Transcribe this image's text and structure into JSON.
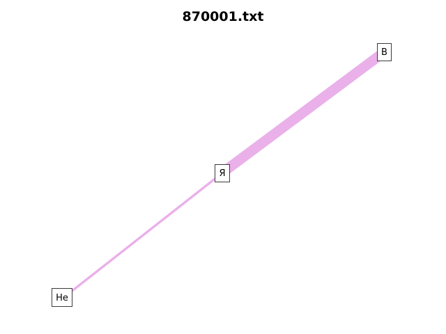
{
  "title": "870001.txt",
  "edge_color": "#eab0ea",
  "node_border_color": "#3a3a3a",
  "nodes": [
    {
      "id": "n1",
      "label": "He"
    },
    {
      "id": "n2",
      "label": "Я"
    },
    {
      "id": "n3",
      "label": "B"
    }
  ],
  "edges": [
    {
      "from": "n1",
      "to": "n2"
    },
    {
      "from": "n2",
      "to": "n3"
    }
  ]
}
